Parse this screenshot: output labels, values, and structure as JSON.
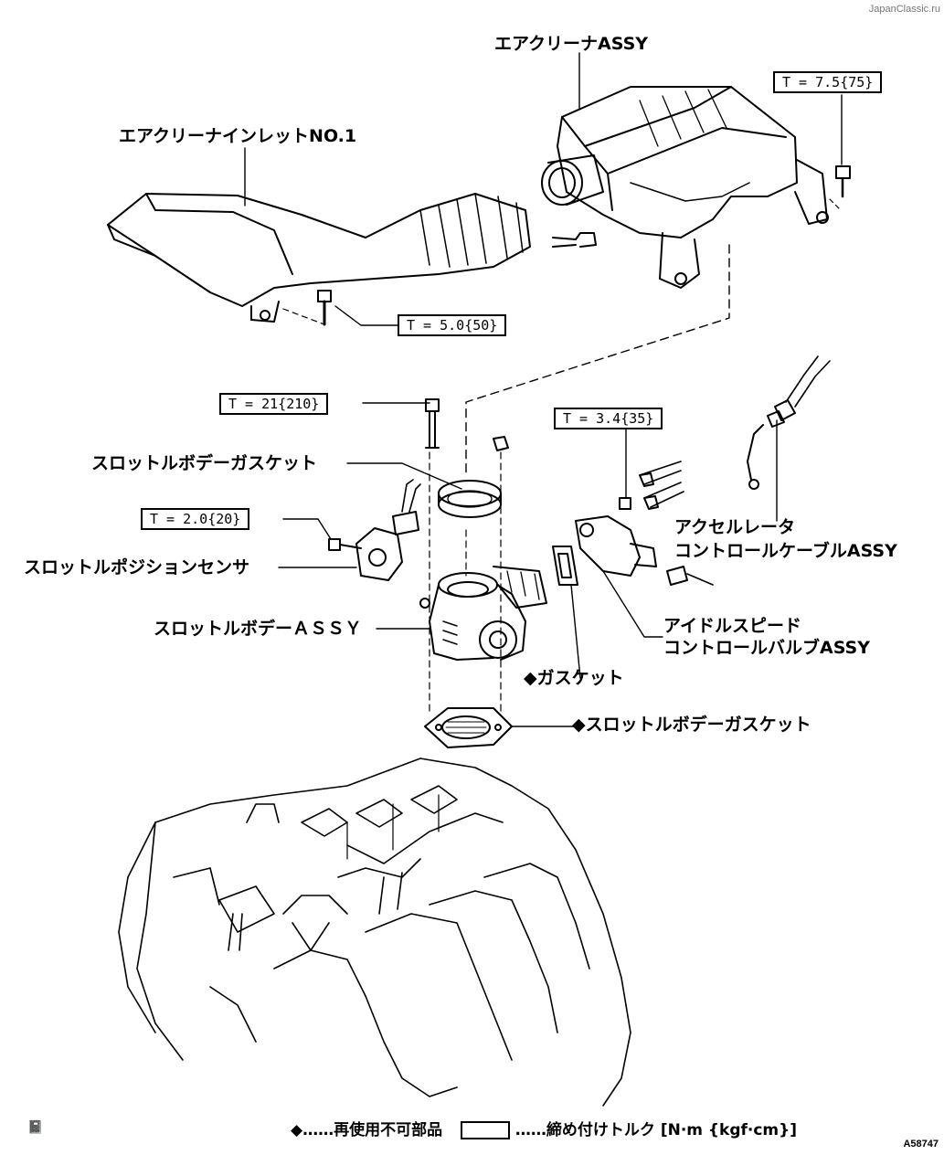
{
  "watermark": "JapanClassic.ru",
  "figure_code": "A58747",
  "labels": {
    "air_cleaner": "エアクリーナASSY",
    "air_inlet": "エアクリーナインレットNO.1",
    "tb_gasket_upper": "スロットルボデーガスケット",
    "tps": "スロットルポジションセンサ",
    "tb_assy": "スロットルボデーＡＳＳＹ",
    "accel_cable_1": "アクセルレータ",
    "accel_cable_2": "コントロールケーブルASSY",
    "isc_1": "アイドルスピード",
    "isc_2": "コントロールバルブASSY",
    "gasket": "◆ガスケット",
    "tb_gasket_lower": "◆スロットルボデーガスケット"
  },
  "torques": {
    "t75": "T = 7.5{75}",
    "t50": "T = 5.0{50}",
    "t21": "T = 21{210}",
    "t34": "T = 3.4{35}",
    "t20": "T = 2.0{20}"
  },
  "legend": {
    "non_reusable": "◆……再使用不可部品",
    "torque": "……締め付けトルク [N·m {kgf·cm}]"
  },
  "corner_icon": "reference-icon"
}
